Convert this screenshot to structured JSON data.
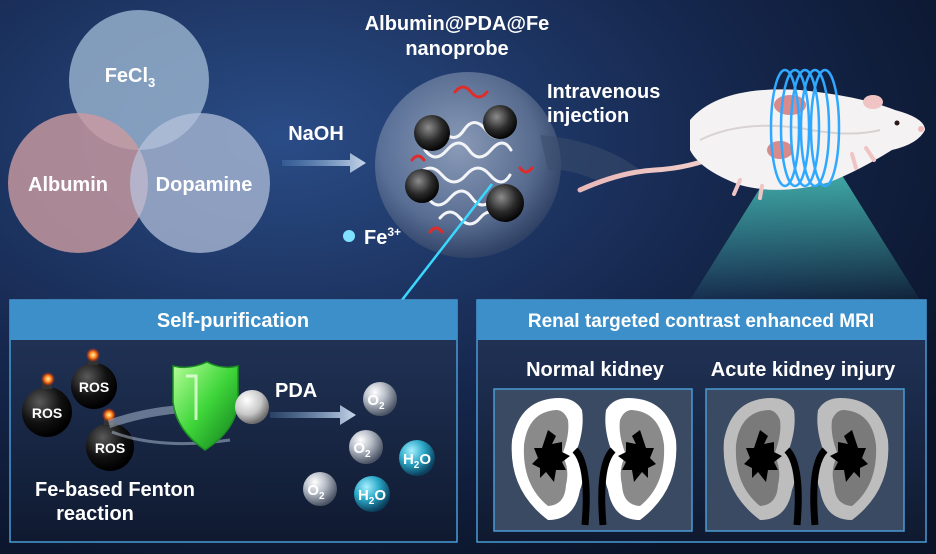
{
  "venn": {
    "top": "FeCl",
    "top_sub": "3",
    "left": "Albumin",
    "right": "Dopamine"
  },
  "reagent": "NaOH",
  "probe": {
    "title_line1": "Albumin@PDA@Fe",
    "title_line2": "nanoprobe",
    "ion": "Fe",
    "ion_charge": "3+"
  },
  "injection": {
    "line1": "Intravenous",
    "line2": "injection"
  },
  "self_purification": {
    "header": "Self-purification",
    "ros": [
      "ROS",
      "ROS",
      "ROS"
    ],
    "pda": "PDA",
    "o2": "O",
    "o2_sub": "2",
    "h2o_h": "H",
    "h2o_sub": "2",
    "h2o_o": "O",
    "caption_line1": "Fe-based Fenton",
    "caption_line2": "reaction"
  },
  "mri": {
    "header": "Renal targeted contrast enhanced MRI",
    "normal_label": "Normal  kidney",
    "injury_label": "Acute  kidney  injury"
  },
  "colors": {
    "background_dark": "#0e1a33",
    "background_blue": "#1d3a6e",
    "panel_header": "#3c8fc9",
    "ring": "#2fa8ff",
    "shield": "#3fd63a",
    "albumin_circle": "#c99aa0",
    "dopamine_circle": "#b7c4dc",
    "fecl3_circle": "#9fb8d3"
  }
}
